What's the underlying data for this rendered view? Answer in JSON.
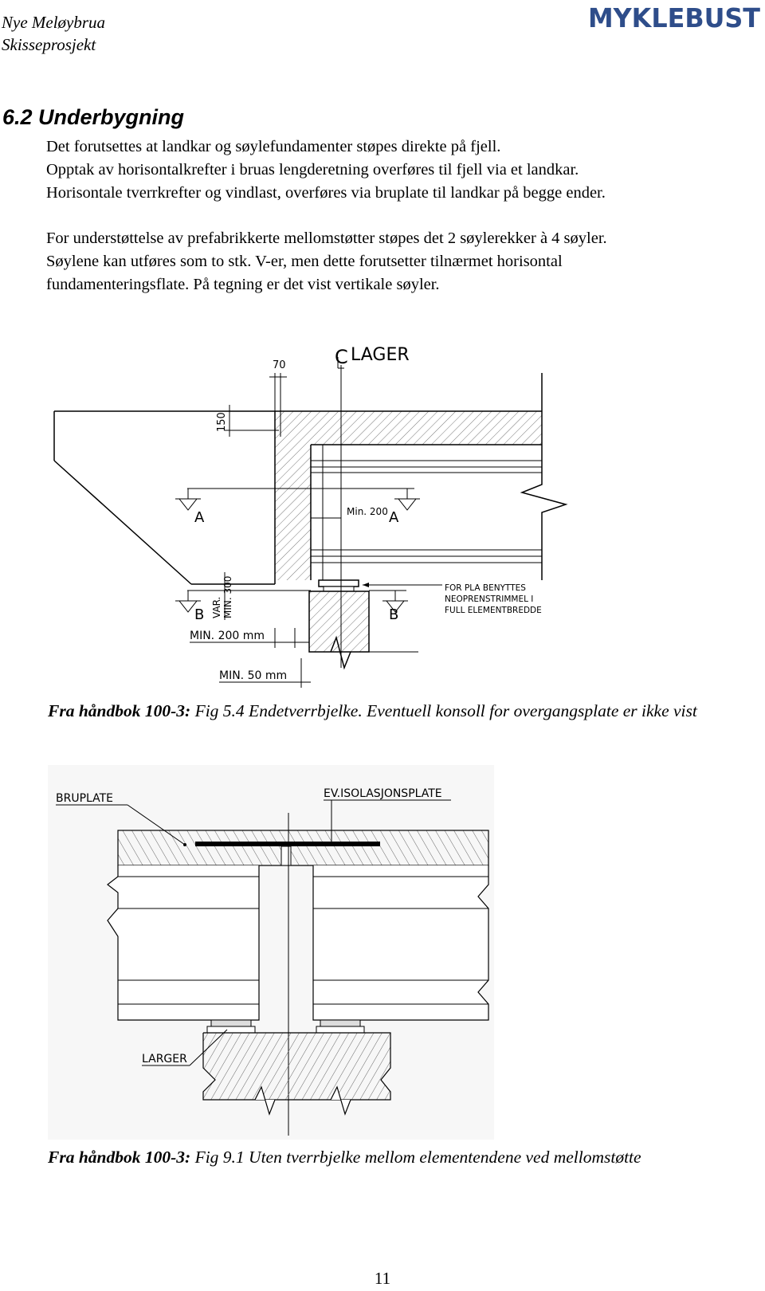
{
  "header": {
    "line1": "Nye Meløybrua",
    "line2": "Skisseprosjekt",
    "logo_text": "MYKLEBUST",
    "logo_color": "#2e4d8a"
  },
  "section": {
    "number_title": "6.2  Underbygning"
  },
  "paragraph1": [
    "Det forutsettes at landkar og søylefundamenter støpes direkte på fjell.",
    "Opptak av horisontalkrefter i bruas lengderetning overføres til fjell via et landkar.",
    "Horisontale tverrkrefter og vindlast, overføres via bruplate til landkar på begge ender."
  ],
  "paragraph2": [
    "For understøttelse av prefabrikkerte mellomstøtter støpes det 2 søylerekker à 4 søyler.",
    "Søylene kan utføres som to stk. V-er, men dette forutsetter tilnærmet horisontal",
    "fundamenteringsflate. På tegning er det vist vertikale søyler."
  ],
  "figure1": {
    "label_lager": "LAGER",
    "dim_70": "70",
    "dim_150": "150",
    "section_a": "A",
    "section_b": "B",
    "min_200": "Min. 200",
    "var_min_300": "VAR.",
    "min_300": "MIN. 300",
    "note_line1": "FOR PLA BENYTTES",
    "note_line2": "NEOPRENSTRIMMEL I",
    "note_line3": "FULL ELEMENTBREDDE",
    "min_200_mm": "MIN. 200 mm",
    "min_50_mm": "MIN. 50 mm"
  },
  "caption1": {
    "bold": "Fra håndbok 100-3:",
    "text": " Fig 5.4 Endetverrbjelke. Eventuell konsoll for overgangsplate er ikke vist"
  },
  "figure2": {
    "label_bruplate": "BRUPLATE",
    "label_isolasjon": "EV.ISOLASJONSPLATE",
    "label_larger": "LARGER"
  },
  "caption2": {
    "bold": "Fra håndbok 100-3:",
    "text": " Fig 9.1 Uten tverrbjelke mellom elementendene ved mellomstøtte"
  },
  "page_number": "11"
}
